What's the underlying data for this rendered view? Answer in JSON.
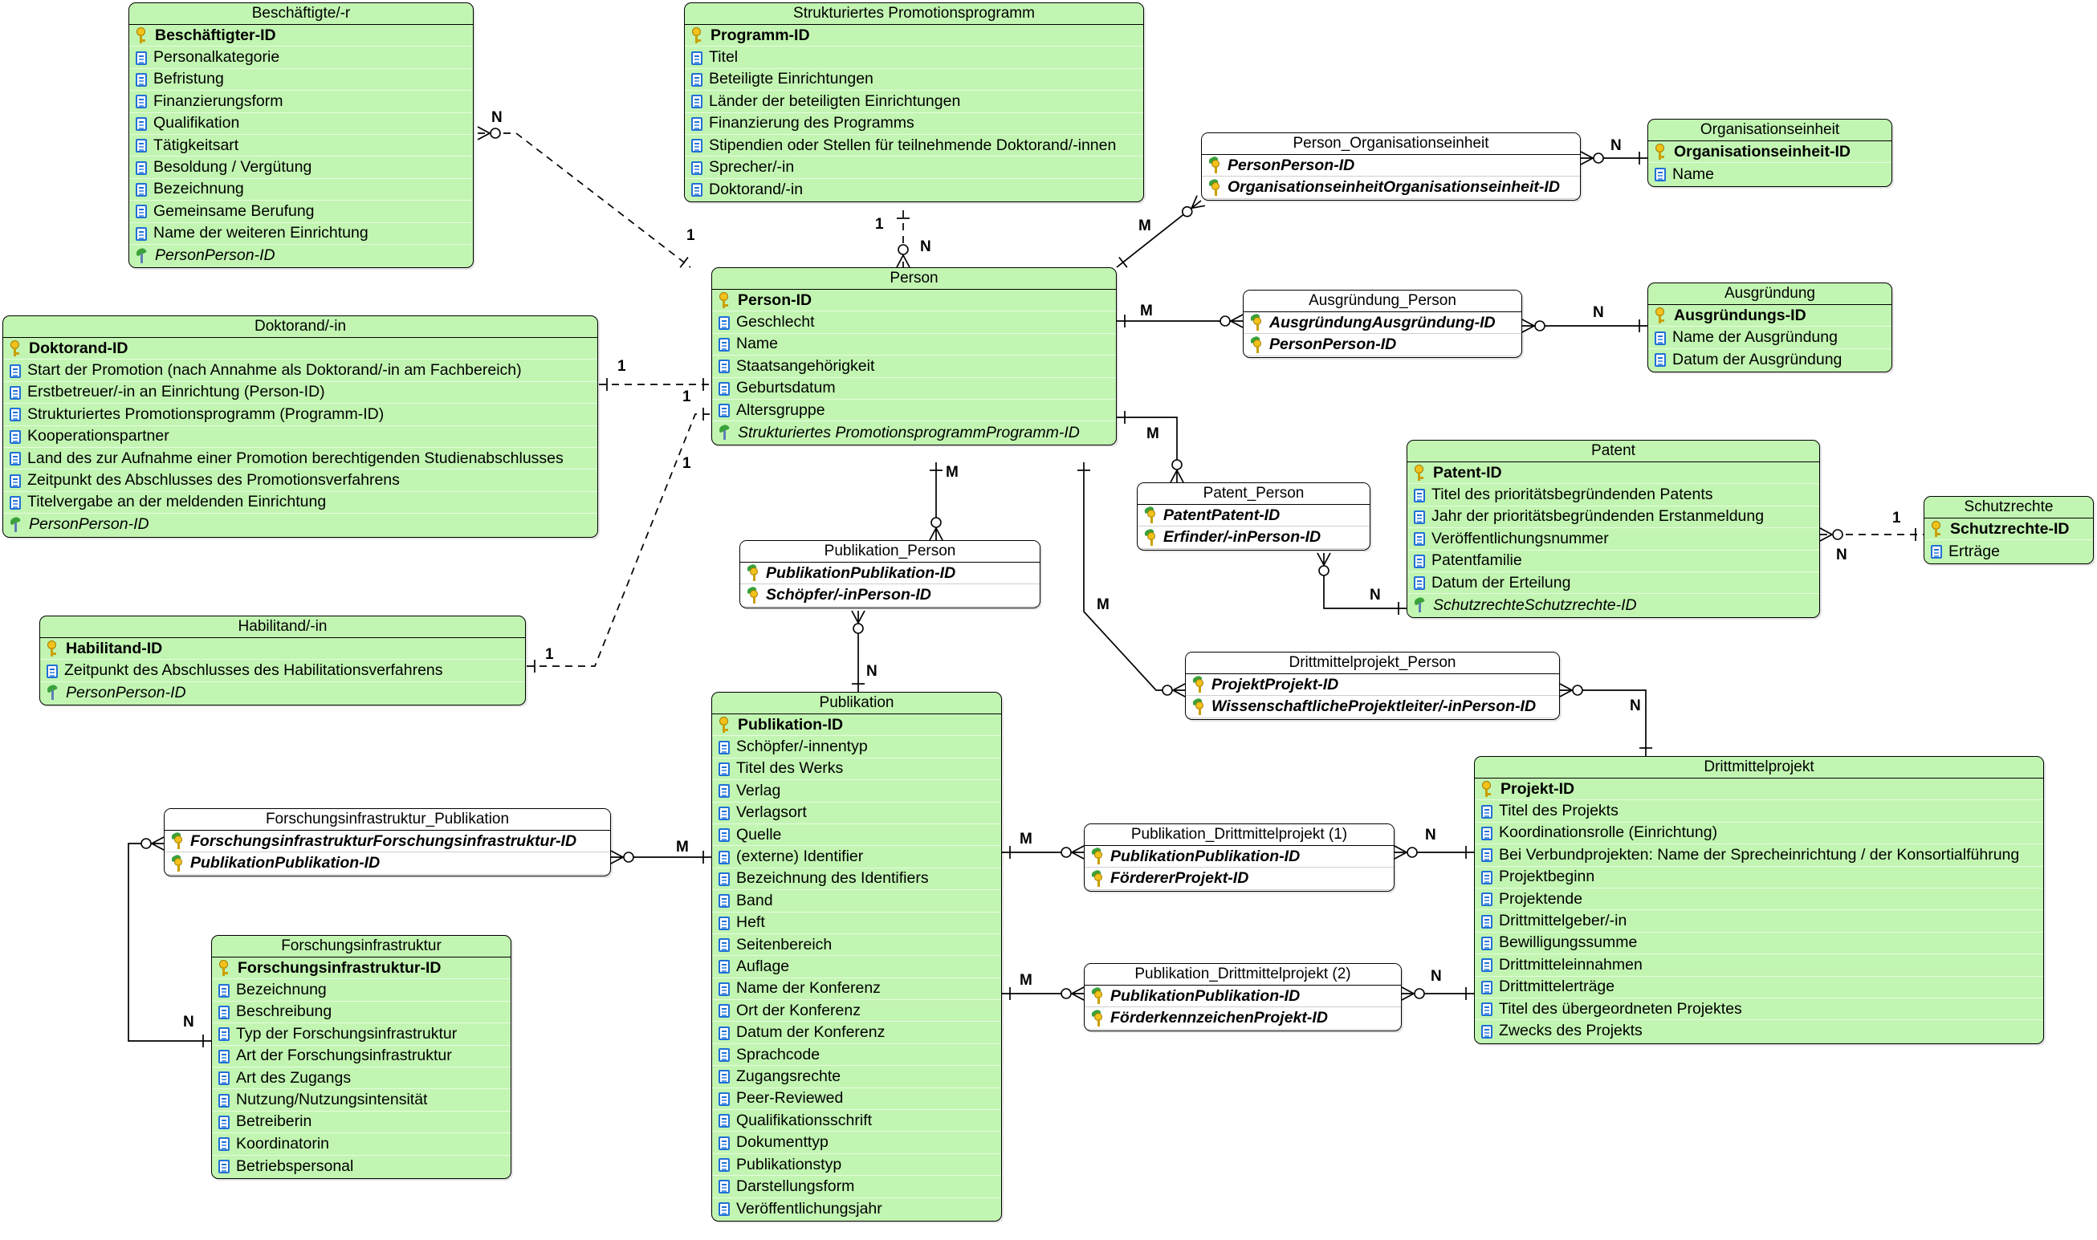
{
  "entities": [
    {
      "id": "beschaeftigte",
      "name": "Beschäftigte/-r",
      "assoc": false,
      "attributes": [
        {
          "label": "Beschäftigter-ID",
          "kind": "pk"
        },
        {
          "label": "Personalkategorie",
          "kind": "attr"
        },
        {
          "label": "Befristung",
          "kind": "attr"
        },
        {
          "label": "Finanzierungsform",
          "kind": "attr"
        },
        {
          "label": "Qualifikation",
          "kind": "attr"
        },
        {
          "label": "Tätigkeitsart",
          "kind": "attr"
        },
        {
          "label": "Besoldung / Vergütung",
          "kind": "attr"
        },
        {
          "label": "Bezeichnung",
          "kind": "attr"
        },
        {
          "label": "Gemeinsame Berufung",
          "kind": "attr"
        },
        {
          "label": "Name der weiteren Einrichtung",
          "kind": "attr"
        },
        {
          "label": "PersonPerson-ID",
          "kind": "fk"
        }
      ]
    },
    {
      "id": "strukt",
      "name": "Strukturiertes Promotionsprogramm",
      "assoc": false,
      "attributes": [
        {
          "label": "Programm-ID",
          "kind": "pk"
        },
        {
          "label": "Titel",
          "kind": "attr"
        },
        {
          "label": "Beteiligte Einrichtungen",
          "kind": "attr"
        },
        {
          "label": "Länder der beteiligten Einrichtungen",
          "kind": "attr"
        },
        {
          "label": "Finanzierung des Programms",
          "kind": "attr"
        },
        {
          "label": "Stipendien oder Stellen für teilnehmende Doktorand/-innen",
          "kind": "attr"
        },
        {
          "label": "Sprecher/-in",
          "kind": "attr"
        },
        {
          "label": "Doktorand/-in",
          "kind": "attr"
        }
      ]
    },
    {
      "id": "person_org",
      "name": "Person_Organisationseinheit",
      "assoc": true,
      "attributes": [
        {
          "label": "PersonPerson-ID",
          "kind": "pkfk"
        },
        {
          "label": "OrganisationseinheitOrganisationseinheit-ID",
          "kind": "pkfk"
        }
      ]
    },
    {
      "id": "orgeinheit",
      "name": "Organisationseinheit",
      "assoc": false,
      "attributes": [
        {
          "label": "Organisationseinheit-ID",
          "kind": "pk"
        },
        {
          "label": "Name",
          "kind": "attr"
        }
      ]
    },
    {
      "id": "doktorand",
      "name": "Doktorand/-in",
      "assoc": false,
      "attributes": [
        {
          "label": "Doktorand-ID",
          "kind": "pk"
        },
        {
          "label": "Start der Promotion (nach Annahme als Doktorand/-in am Fachbereich)",
          "kind": "attr"
        },
        {
          "label": "Erstbetreuer/-in an Einrichtung (Person-ID)",
          "kind": "attr"
        },
        {
          "label": "Strukturiertes Promotionsprogramm (Programm-ID)",
          "kind": "attr"
        },
        {
          "label": "Kooperationspartner",
          "kind": "attr"
        },
        {
          "label": "Land des zur Aufnahme einer Promotion berechtigenden Studienabschlusses",
          "kind": "attr"
        },
        {
          "label": "Zeitpunkt des Abschlusses des Promotionsverfahrens",
          "kind": "attr"
        },
        {
          "label": "Titelvergabe an der meldenden Einrichtung",
          "kind": "attr"
        },
        {
          "label": "PersonPerson-ID",
          "kind": "fk"
        }
      ]
    },
    {
      "id": "person",
      "name": "Person",
      "assoc": false,
      "attributes": [
        {
          "label": "Person-ID",
          "kind": "pk"
        },
        {
          "label": "Geschlecht",
          "kind": "attr"
        },
        {
          "label": "Name",
          "kind": "attr"
        },
        {
          "label": "Staatsangehörigkeit",
          "kind": "attr"
        },
        {
          "label": "Geburtsdatum",
          "kind": "attr"
        },
        {
          "label": "Altersgruppe",
          "kind": "attr"
        },
        {
          "label": "Strukturiertes PromotionsprogrammProgramm-ID",
          "kind": "fk"
        }
      ]
    },
    {
      "id": "ausgr_person",
      "name": "Ausgründung_Person",
      "assoc": true,
      "attributes": [
        {
          "label": "AusgründungAusgründung-ID",
          "kind": "pkfk"
        },
        {
          "label": "PersonPerson-ID",
          "kind": "pkfk"
        }
      ]
    },
    {
      "id": "ausgruendung",
      "name": "Ausgründung",
      "assoc": false,
      "attributes": [
        {
          "label": "Ausgründungs-ID",
          "kind": "pk"
        },
        {
          "label": "Name der Ausgründung",
          "kind": "attr"
        },
        {
          "label": "Datum der Ausgründung",
          "kind": "attr"
        }
      ]
    },
    {
      "id": "patent",
      "name": "Patent",
      "assoc": false,
      "attributes": [
        {
          "label": "Patent-ID",
          "kind": "pk"
        },
        {
          "label": "Titel des prioritätsbegründenden Patents",
          "kind": "attr"
        },
        {
          "label": "Jahr der prioritätsbegründenden Erstanmeldung",
          "kind": "attr"
        },
        {
          "label": "Veröffentlichungsnummer",
          "kind": "attr"
        },
        {
          "label": "Patentfamilie",
          "kind": "attr"
        },
        {
          "label": "Datum der Erteilung",
          "kind": "attr"
        },
        {
          "label": "SchutzrechteSchutzrechte-ID",
          "kind": "fk"
        }
      ]
    },
    {
      "id": "patent_person",
      "name": "Patent_Person",
      "assoc": true,
      "attributes": [
        {
          "label": "PatentPatent-ID",
          "kind": "pkfk"
        },
        {
          "label": "Erfinder/-inPerson-ID",
          "kind": "pkfk"
        }
      ]
    },
    {
      "id": "schutzrechte",
      "name": "Schutzrechte",
      "assoc": false,
      "attributes": [
        {
          "label": "Schutzrechte-ID",
          "kind": "pk"
        },
        {
          "label": "Erträge",
          "kind": "attr"
        }
      ]
    },
    {
      "id": "pub_person",
      "name": "Publikation_Person",
      "assoc": true,
      "attributes": [
        {
          "label": "PublikationPublikation-ID",
          "kind": "pkfk"
        },
        {
          "label": "Schöpfer/-inPerson-ID",
          "kind": "pkfk"
        }
      ]
    },
    {
      "id": "habilitand",
      "name": "Habilitand/-in",
      "assoc": false,
      "attributes": [
        {
          "label": "Habilitand-ID",
          "kind": "pk"
        },
        {
          "label": "Zeitpunkt des Abschlusses des Habilitationsverfahrens",
          "kind": "attr"
        },
        {
          "label": "PersonPerson-ID",
          "kind": "fk"
        }
      ]
    },
    {
      "id": "dm_person",
      "name": "Drittmittelprojekt_Person",
      "assoc": true,
      "attributes": [
        {
          "label": "ProjektProjekt-ID",
          "kind": "pkfk"
        },
        {
          "label": "WissenschaftlicheProjektleiter/-inPerson-ID",
          "kind": "pkfk"
        }
      ]
    },
    {
      "id": "publikation",
      "name": "Publikation",
      "assoc": false,
      "attributes": [
        {
          "label": "Publikation-ID",
          "kind": "pk"
        },
        {
          "label": "Schöpfer/-innentyp",
          "kind": "attr"
        },
        {
          "label": "Titel des Werks",
          "kind": "attr"
        },
        {
          "label": "Verlag",
          "kind": "attr"
        },
        {
          "label": "Verlagsort",
          "kind": "attr"
        },
        {
          "label": "Quelle",
          "kind": "attr"
        },
        {
          "label": "(externe) Identifier",
          "kind": "attr"
        },
        {
          "label": "Bezeichnung des Identifiers",
          "kind": "attr"
        },
        {
          "label": "Band",
          "kind": "attr"
        },
        {
          "label": "Heft",
          "kind": "attr"
        },
        {
          "label": "Seitenbereich",
          "kind": "attr"
        },
        {
          "label": "Auflage",
          "kind": "attr"
        },
        {
          "label": "Name der Konferenz",
          "kind": "attr"
        },
        {
          "label": "Ort der Konferenz",
          "kind": "attr"
        },
        {
          "label": "Datum der Konferenz",
          "kind": "attr"
        },
        {
          "label": "Sprachcode",
          "kind": "attr"
        },
        {
          "label": "Zugangsrechte",
          "kind": "attr"
        },
        {
          "label": "Peer-Reviewed",
          "kind": "attr"
        },
        {
          "label": "Qualifikationsschrift",
          "kind": "attr"
        },
        {
          "label": "Dokumenttyp",
          "kind": "attr"
        },
        {
          "label": "Publikationstyp",
          "kind": "attr"
        },
        {
          "label": "Darstellungsform",
          "kind": "attr"
        },
        {
          "label": "Veröffentlichungsjahr",
          "kind": "attr"
        }
      ]
    },
    {
      "id": "drittmittel",
      "name": "Drittmittelprojekt",
      "assoc": false,
      "attributes": [
        {
          "label": "Projekt-ID",
          "kind": "pk"
        },
        {
          "label": "Titel des Projekts",
          "kind": "attr"
        },
        {
          "label": "Koordinationsrolle (Einrichtung)",
          "kind": "attr"
        },
        {
          "label": "Bei Verbundprojekten: Name der Sprecheinrichtung / der Konsortialführung",
          "kind": "attr"
        },
        {
          "label": "Projektbeginn",
          "kind": "attr"
        },
        {
          "label": "Projektende",
          "kind": "attr"
        },
        {
          "label": "Drittmittelgeber/-in",
          "kind": "attr"
        },
        {
          "label": "Bewilligungssumme",
          "kind": "attr"
        },
        {
          "label": "Drittmitteleinnahmen",
          "kind": "attr"
        },
        {
          "label": "Drittmittelerträge",
          "kind": "attr"
        },
        {
          "label": "Titel des übergeordneten Projektes",
          "kind": "attr"
        },
        {
          "label": "Zwecks des Projekts",
          "kind": "attr"
        }
      ]
    },
    {
      "id": "fi_pub",
      "name": "Forschungsinfrastruktur_Publikation",
      "assoc": true,
      "attributes": [
        {
          "label": "ForschungsinfrastrukturForschungsinfrastruktur-ID",
          "kind": "pkfk"
        },
        {
          "label": "PublikationPublikation-ID",
          "kind": "pkfk"
        }
      ]
    },
    {
      "id": "pub_dm1",
      "name": "Publikation_Drittmittelprojekt (1)",
      "assoc": true,
      "attributes": [
        {
          "label": "PublikationPublikation-ID",
          "kind": "pkfk"
        },
        {
          "label": "FördererProjekt-ID",
          "kind": "pkfk"
        }
      ]
    },
    {
      "id": "pub_dm2",
      "name": "Publikation_Drittmittelprojekt (2)",
      "assoc": true,
      "attributes": [
        {
          "label": "PublikationPublikation-ID",
          "kind": "pkfk"
        },
        {
          "label": "FörderkennzeichenProjekt-ID",
          "kind": "pkfk"
        }
      ]
    },
    {
      "id": "forschungsinfra",
      "name": "Forschungsinfrastruktur",
      "assoc": false,
      "attributes": [
        {
          "label": "Forschungsinfrastruktur-ID",
          "kind": "pk"
        },
        {
          "label": "Bezeichnung",
          "kind": "attr"
        },
        {
          "label": "Beschreibung",
          "kind": "attr"
        },
        {
          "label": "Typ der Forschungsinfrastruktur",
          "kind": "attr"
        },
        {
          "label": "Art der Forschungsinfrastruktur",
          "kind": "attr"
        },
        {
          "label": "Art des Zugangs",
          "kind": "attr"
        },
        {
          "label": "Nutzung/Nutzungsintensität",
          "kind": "attr"
        },
        {
          "label": "Betreiberin",
          "kind": "attr"
        },
        {
          "label": "Koordinatorin",
          "kind": "attr"
        },
        {
          "label": "Betriebspersonal",
          "kind": "attr"
        }
      ]
    }
  ],
  "relationships": [
    {
      "from": "beschaeftigte",
      "to": "person",
      "from_card": "N",
      "to_card": "1",
      "style": "dashed"
    },
    {
      "from": "strukt",
      "to": "person",
      "from_card": "1",
      "to_card": "N",
      "style": "dashed"
    },
    {
      "from": "doktorand",
      "to": "person",
      "from_card": "1",
      "to_card": "1",
      "style": "dashed"
    },
    {
      "from": "habilitand",
      "to": "person",
      "from_card": "1",
      "to_card": "1",
      "style": "dashed"
    },
    {
      "from": "person",
      "to": "person_org",
      "from_card": "M",
      "style": "solid"
    },
    {
      "from": "person_org",
      "to": "orgeinheit",
      "to_card": "N",
      "style": "solid"
    },
    {
      "from": "person",
      "to": "ausgr_person",
      "from_card": "M",
      "style": "solid"
    },
    {
      "from": "ausgr_person",
      "to": "ausgruendung",
      "to_card": "N",
      "style": "solid"
    },
    {
      "from": "person",
      "to": "patent_person",
      "from_card": "M",
      "style": "solid"
    },
    {
      "from": "patent_person",
      "to": "patent",
      "to_card": "N",
      "style": "solid"
    },
    {
      "from": "patent",
      "to": "schutzrechte",
      "from_card": "N",
      "to_card": "1",
      "style": "dashed"
    },
    {
      "from": "person",
      "to": "pub_person",
      "from_card": "M",
      "style": "solid"
    },
    {
      "from": "pub_person",
      "to": "publikation",
      "to_card": "N",
      "style": "solid"
    },
    {
      "from": "person",
      "to": "dm_person",
      "from_card": "M",
      "style": "solid"
    },
    {
      "from": "dm_person",
      "to": "drittmittel",
      "to_card": "N",
      "style": "solid"
    },
    {
      "from": "publikation",
      "to": "fi_pub",
      "from_card": "M",
      "style": "solid"
    },
    {
      "from": "fi_pub",
      "to": "forschungsinfra",
      "to_card": "N",
      "style": "solid"
    },
    {
      "from": "publikation",
      "to": "pub_dm1",
      "from_card": "M",
      "style": "solid"
    },
    {
      "from": "pub_dm1",
      "to": "drittmittel",
      "to_card": "N",
      "style": "solid"
    },
    {
      "from": "publikation",
      "to": "pub_dm2",
      "from_card": "M",
      "style": "solid"
    },
    {
      "from": "pub_dm2",
      "to": "drittmittel",
      "to_card": "N",
      "style": "solid"
    }
  ]
}
